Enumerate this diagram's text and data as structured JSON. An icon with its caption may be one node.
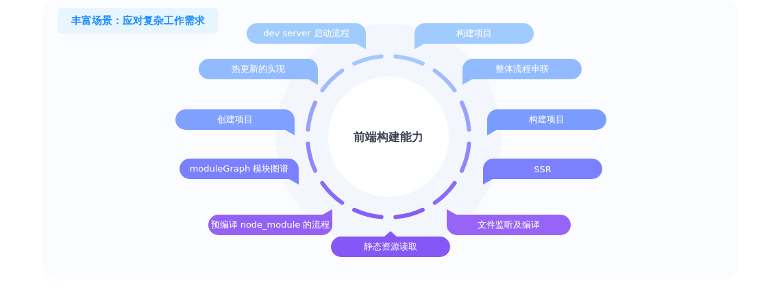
{
  "diagram": {
    "title": "丰富场景：应对复杂工作需求",
    "nodes": [
      {
        "text": [
          "前端构建能力"
        ]
      },
      {
        "text": [
          "dev server 启动流程"
        ]
      },
      {
        "text": [
          "构建项目"
        ]
      },
      {
        "text": [
          "热更新的实现"
        ]
      },
      {
        "text": [
          "整体流程串联"
        ]
      },
      {
        "text": [
          "创建项目"
        ]
      },
      {
        "text": [
          "构建项目"
        ]
      },
      {
        "text": [
          "moduleGraph 模块图谱"
        ]
      },
      {
        "text": [
          "SSR"
        ]
      },
      {
        "text": [
          "预编译 node_module 的流程"
        ]
      },
      {
        "text": [
          "文件监听及编译"
        ]
      },
      {
        "text": [
          "静态资源读取"
        ]
      }
    ]
  }
}
